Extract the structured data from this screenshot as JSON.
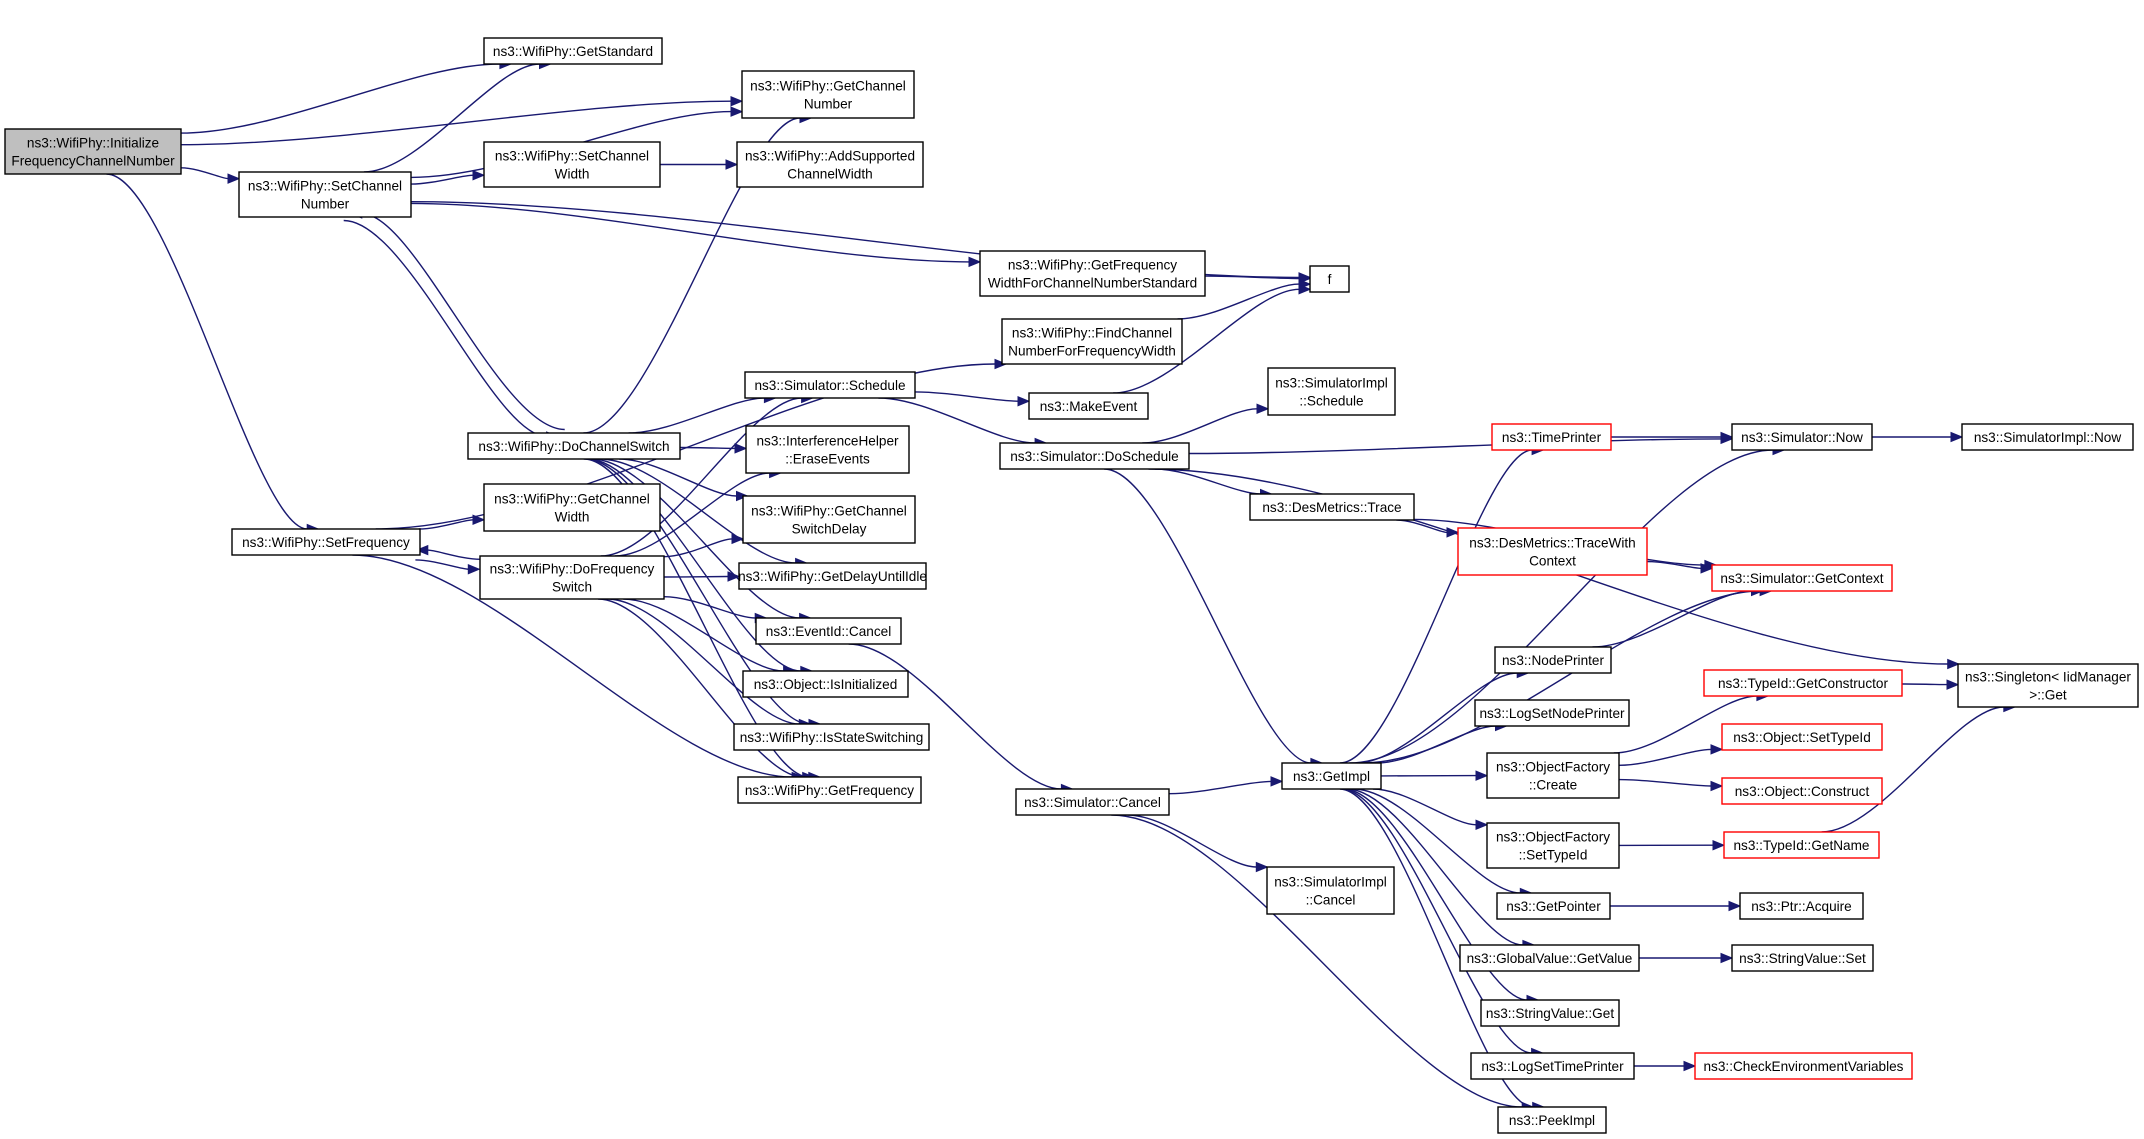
{
  "graph": {
    "title": "",
    "colors": {
      "edge": "#191970",
      "node_border": "#000000",
      "node_border_undocumented": "#ff0000",
      "root_fill": "#bfbfbf",
      "node_fill": "#ffffff",
      "background": "#ffffff"
    },
    "nodes": [
      {
        "id": "root",
        "lines": [
          "ns3::WifiPhy::Initialize",
          "FrequencyChannelNumber"
        ],
        "style": "root"
      },
      {
        "id": "getStandard",
        "lines": [
          "ns3::WifiPhy::GetStandard"
        ],
        "style": "normal"
      },
      {
        "id": "getChannelNumber",
        "lines": [
          "ns3::WifiPhy::GetChannel",
          "Number"
        ],
        "style": "normal"
      },
      {
        "id": "setChannelNumber",
        "lines": [
          "ns3::WifiPhy::SetChannel",
          "Number"
        ],
        "style": "normal"
      },
      {
        "id": "setChannelWidth",
        "lines": [
          "ns3::WifiPhy::SetChannel",
          "Width"
        ],
        "style": "normal"
      },
      {
        "id": "addSupportedChannelWidth",
        "lines": [
          "ns3::WifiPhy::AddSupported",
          "ChannelWidth"
        ],
        "style": "normal"
      },
      {
        "id": "getFreqWidthStd",
        "lines": [
          "ns3::WifiPhy::GetFrequency",
          "WidthForChannelNumberStandard"
        ],
        "style": "normal"
      },
      {
        "id": "f",
        "lines": [
          "f"
        ],
        "style": "normal"
      },
      {
        "id": "findChannel",
        "lines": [
          "ns3::WifiPhy::FindChannel",
          "NumberForFrequencyWidth"
        ],
        "style": "normal"
      },
      {
        "id": "simSchedule",
        "lines": [
          "ns3::Simulator::Schedule"
        ],
        "style": "normal"
      },
      {
        "id": "makeEvent",
        "lines": [
          "ns3::MakeEvent"
        ],
        "style": "normal"
      },
      {
        "id": "simImplSchedule",
        "lines": [
          "ns3::SimulatorImpl",
          "::Schedule"
        ],
        "style": "normal"
      },
      {
        "id": "doChannelSwitch",
        "lines": [
          "ns3::WifiPhy::DoChannelSwitch"
        ],
        "style": "normal"
      },
      {
        "id": "eraseEvents",
        "lines": [
          "ns3::InterferenceHelper",
          "::EraseEvents"
        ],
        "style": "normal"
      },
      {
        "id": "doSchedule",
        "lines": [
          "ns3::Simulator::DoSchedule"
        ],
        "style": "normal"
      },
      {
        "id": "timePrinter",
        "lines": [
          "ns3::TimePrinter"
        ],
        "style": "red"
      },
      {
        "id": "simNow",
        "lines": [
          "ns3::Simulator::Now"
        ],
        "style": "normal"
      },
      {
        "id": "simImplNow",
        "lines": [
          "ns3::SimulatorImpl::Now"
        ],
        "style": "normal"
      },
      {
        "id": "getChannelWidth",
        "lines": [
          "ns3::WifiPhy::GetChannel",
          "Width"
        ],
        "style": "normal"
      },
      {
        "id": "desMetricsTrace",
        "lines": [
          "ns3::DesMetrics::Trace"
        ],
        "style": "normal"
      },
      {
        "id": "setFrequency",
        "lines": [
          "ns3::WifiPhy::SetFrequency"
        ],
        "style": "normal"
      },
      {
        "id": "getChannelSwitchDelay",
        "lines": [
          "ns3::WifiPhy::GetChannel",
          "SwitchDelay"
        ],
        "style": "normal"
      },
      {
        "id": "traceWithContext",
        "lines": [
          "ns3::DesMetrics::TraceWith",
          "Context"
        ],
        "style": "red"
      },
      {
        "id": "doFrequencySwitch",
        "lines": [
          "ns3::WifiPhy::DoFrequency",
          "Switch"
        ],
        "style": "normal"
      },
      {
        "id": "getDelayUntilIdle",
        "lines": [
          "ns3::WifiPhy::GetDelayUntilIdle"
        ],
        "style": "normal"
      },
      {
        "id": "simGetContext",
        "lines": [
          "ns3::Simulator::GetContext"
        ],
        "style": "red"
      },
      {
        "id": "eventIdCancel",
        "lines": [
          "ns3::EventId::Cancel"
        ],
        "style": "normal"
      },
      {
        "id": "nodePrinter",
        "lines": [
          "ns3::NodePrinter"
        ],
        "style": "normal"
      },
      {
        "id": "objIsInitialized",
        "lines": [
          "ns3::Object::IsInitialized"
        ],
        "style": "normal"
      },
      {
        "id": "typeIdGetConstructor",
        "lines": [
          "ns3::TypeId::GetConstructor"
        ],
        "style": "red"
      },
      {
        "id": "singletonGet",
        "lines": [
          "ns3::Singleton< IidManager",
          " >::Get"
        ],
        "style": "normal"
      },
      {
        "id": "logSetNodePrinter",
        "lines": [
          "ns3::LogSetNodePrinter"
        ],
        "style": "normal"
      },
      {
        "id": "isStateSwitching",
        "lines": [
          "ns3::WifiPhy::IsStateSwitching"
        ],
        "style": "normal"
      },
      {
        "id": "objSetTypeId",
        "lines": [
          "ns3::Object::SetTypeId"
        ],
        "style": "red"
      },
      {
        "id": "getImpl",
        "lines": [
          "ns3::GetImpl"
        ],
        "style": "normal"
      },
      {
        "id": "objFactoryCreate",
        "lines": [
          "ns3::ObjectFactory",
          "::Create"
        ],
        "style": "normal"
      },
      {
        "id": "getFrequency",
        "lines": [
          "ns3::WifiPhy::GetFrequency"
        ],
        "style": "normal"
      },
      {
        "id": "simCancel",
        "lines": [
          "ns3::Simulator::Cancel"
        ],
        "style": "normal"
      },
      {
        "id": "objConstruct",
        "lines": [
          "ns3::Object::Construct"
        ],
        "style": "red"
      },
      {
        "id": "objFactorySetTypeId",
        "lines": [
          "ns3::ObjectFactory",
          "::SetTypeId"
        ],
        "style": "normal"
      },
      {
        "id": "typeIdGetName",
        "lines": [
          "ns3::TypeId::GetName"
        ],
        "style": "red"
      },
      {
        "id": "simImplCancel",
        "lines": [
          "ns3::SimulatorImpl",
          "::Cancel"
        ],
        "style": "normal"
      },
      {
        "id": "getPointer",
        "lines": [
          "ns3::GetPointer"
        ],
        "style": "normal"
      },
      {
        "id": "ptrAcquire",
        "lines": [
          "ns3::Ptr::Acquire"
        ],
        "style": "normal"
      },
      {
        "id": "globalValueGetValue",
        "lines": [
          "ns3::GlobalValue::GetValue"
        ],
        "style": "normal"
      },
      {
        "id": "stringValueSet",
        "lines": [
          "ns3::StringValue::Set"
        ],
        "style": "normal"
      },
      {
        "id": "stringValueGet",
        "lines": [
          "ns3::StringValue::Get"
        ],
        "style": "normal"
      },
      {
        "id": "logSetTimePrinter",
        "lines": [
          "ns3::LogSetTimePrinter"
        ],
        "style": "normal"
      },
      {
        "id": "checkEnvVars",
        "lines": [
          "ns3::CheckEnvironmentVariables"
        ],
        "style": "red"
      },
      {
        "id": "peekImpl",
        "lines": [
          "ns3::PeekImpl"
        ],
        "style": "normal"
      }
    ],
    "edges": [
      [
        "root",
        "getStandard"
      ],
      [
        "root",
        "getChannelNumber"
      ],
      [
        "root",
        "setChannelNumber"
      ],
      [
        "root",
        "setFrequency"
      ],
      [
        "setChannelNumber",
        "getStandard"
      ],
      [
        "setChannelNumber",
        "getChannelNumber"
      ],
      [
        "setChannelNumber",
        "setChannelWidth"
      ],
      [
        "setChannelNumber",
        "f"
      ],
      [
        "setChannelNumber",
        "getFreqWidthStd"
      ],
      [
        "setChannelNumber",
        "doChannelSwitch"
      ],
      [
        "setChannelWidth",
        "addSupportedChannelWidth"
      ],
      [
        "getFreqWidthStd",
        "f"
      ],
      [
        "findChannel",
        "f"
      ],
      [
        "makeEvent",
        "f"
      ],
      [
        "doChannelSwitch",
        "setChannelNumber"
      ],
      [
        "doChannelSwitch",
        "getChannelNumber"
      ],
      [
        "doChannelSwitch",
        "simSchedule"
      ],
      [
        "doChannelSwitch",
        "eraseEvents"
      ],
      [
        "doChannelSwitch",
        "getChannelSwitchDelay"
      ],
      [
        "doChannelSwitch",
        "getDelayUntilIdle"
      ],
      [
        "doChannelSwitch",
        "eventIdCancel"
      ],
      [
        "doChannelSwitch",
        "objIsInitialized"
      ],
      [
        "doChannelSwitch",
        "isStateSwitching"
      ],
      [
        "doChannelSwitch",
        "getFrequency"
      ],
      [
        "setFrequency",
        "findChannel"
      ],
      [
        "setFrequency",
        "getChannelWidth"
      ],
      [
        "setFrequency",
        "doFrequencySwitch"
      ],
      [
        "setFrequency",
        "getFrequency"
      ],
      [
        "doFrequencySwitch",
        "setFrequency"
      ],
      [
        "doFrequencySwitch",
        "simSchedule"
      ],
      [
        "doFrequencySwitch",
        "eraseEvents"
      ],
      [
        "doFrequencySwitch",
        "getChannelSwitchDelay"
      ],
      [
        "doFrequencySwitch",
        "getDelayUntilIdle"
      ],
      [
        "doFrequencySwitch",
        "eventIdCancel"
      ],
      [
        "doFrequencySwitch",
        "objIsInitialized"
      ],
      [
        "doFrequencySwitch",
        "isStateSwitching"
      ],
      [
        "doFrequencySwitch",
        "getFrequency"
      ],
      [
        "simSchedule",
        "makeEvent"
      ],
      [
        "simSchedule",
        "doSchedule"
      ],
      [
        "doSchedule",
        "simImplSchedule"
      ],
      [
        "doSchedule",
        "simNow"
      ],
      [
        "doSchedule",
        "desMetricsTrace"
      ],
      [
        "doSchedule",
        "singletonGet"
      ],
      [
        "doSchedule",
        "getImpl"
      ],
      [
        "desMetricsTrace",
        "traceWithContext"
      ],
      [
        "desMetricsTrace",
        "simGetContext"
      ],
      [
        "traceWithContext",
        "simGetContext"
      ],
      [
        "timePrinter",
        "simNow"
      ],
      [
        "simNow",
        "simImplNow"
      ],
      [
        "nodePrinter",
        "simGetContext"
      ],
      [
        "eventIdCancel",
        "simCancel"
      ],
      [
        "simCancel",
        "getImpl"
      ],
      [
        "simCancel",
        "simImplCancel"
      ],
      [
        "simCancel",
        "peekImpl"
      ],
      [
        "getImpl",
        "timePrinter"
      ],
      [
        "getImpl",
        "simNow"
      ],
      [
        "getImpl",
        "simGetContext"
      ],
      [
        "getImpl",
        "nodePrinter"
      ],
      [
        "getImpl",
        "logSetNodePrinter"
      ],
      [
        "getImpl",
        "objFactoryCreate"
      ],
      [
        "getImpl",
        "objFactorySetTypeId"
      ],
      [
        "getImpl",
        "getPointer"
      ],
      [
        "getImpl",
        "globalValueGetValue"
      ],
      [
        "getImpl",
        "stringValueGet"
      ],
      [
        "getImpl",
        "logSetTimePrinter"
      ],
      [
        "getImpl",
        "peekImpl"
      ],
      [
        "objFactoryCreate",
        "typeIdGetConstructor"
      ],
      [
        "objFactoryCreate",
        "objSetTypeId"
      ],
      [
        "objFactoryCreate",
        "objConstruct"
      ],
      [
        "typeIdGetConstructor",
        "singletonGet"
      ],
      [
        "objFactorySetTypeId",
        "typeIdGetName"
      ],
      [
        "typeIdGetName",
        "singletonGet"
      ],
      [
        "getPointer",
        "ptrAcquire"
      ],
      [
        "globalValueGetValue",
        "stringValueSet"
      ],
      [
        "logSetTimePrinter",
        "checkEnvVars"
      ]
    ]
  }
}
